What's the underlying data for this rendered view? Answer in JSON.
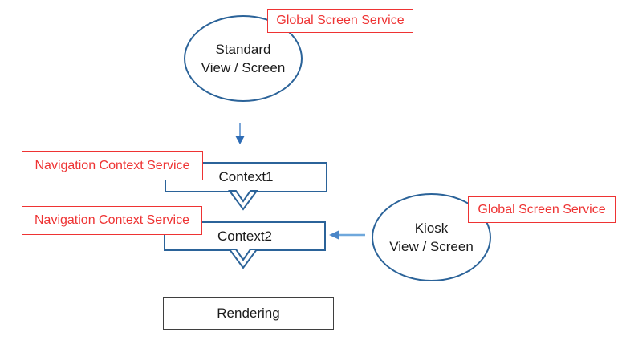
{
  "nodes": {
    "standard": {
      "line1": "Standard",
      "line2": "View / Screen"
    },
    "kiosk": {
      "line1": "Kiosk",
      "line2": "View / Screen"
    },
    "context1": {
      "label": "Context1"
    },
    "context2": {
      "label": "Context2"
    },
    "rendering": {
      "label": "Rendering"
    }
  },
  "annotations": {
    "gss_top": {
      "label": "Global Screen Service"
    },
    "gss_right": {
      "label": "Global Screen Service"
    },
    "ncs_1": {
      "label": "Navigation Context Service"
    },
    "ncs_2": {
      "label": "Navigation Context Service"
    }
  },
  "icons": {
    "down_arrow": "small filled down arrow",
    "left_arrow": "filled left arrow",
    "hollow_chevron_down": "hollow outlined down chevron connector"
  },
  "colors": {
    "background": "#ffffff",
    "shape_border": "#2b6399",
    "rendering_border": "#3f3f3f",
    "annotation_red": "#ee3333",
    "text": "#1a1a1a",
    "arrow_line": "#7da7d8",
    "arrow_head": "#2e6cb5",
    "harrow_line": "#6fa8dc",
    "harrow_head": "#4a86c8"
  }
}
